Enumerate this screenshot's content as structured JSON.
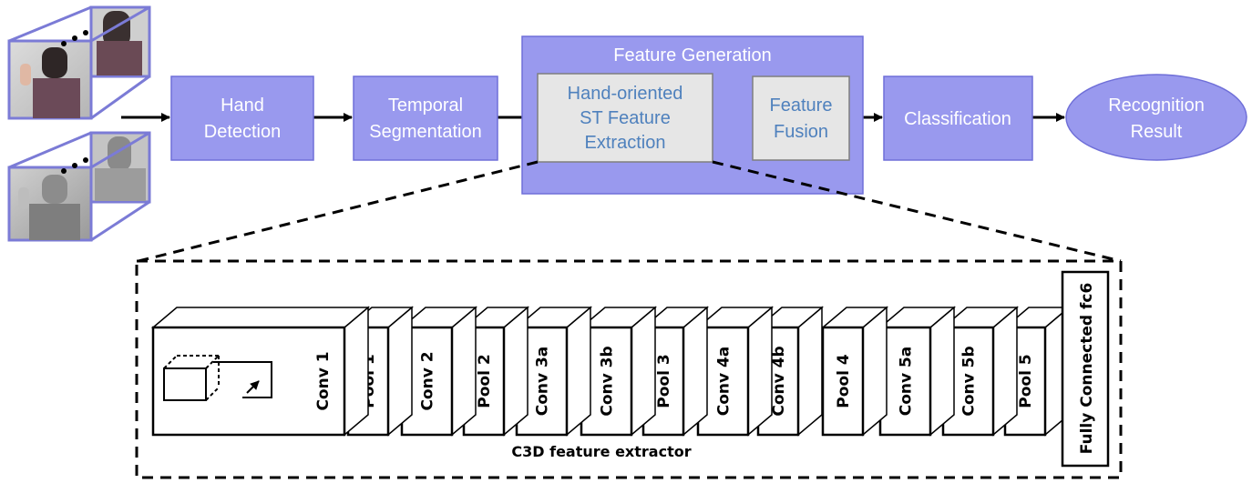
{
  "pipeline": {
    "hand_detection": [
      "Hand",
      "Detection"
    ],
    "temporal_segmentation": [
      "Temporal",
      "Segmentation"
    ],
    "feature_generation": "Feature Generation",
    "st_feature_extraction": [
      "Hand-oriented",
      "ST Feature",
      "Extraction"
    ],
    "feature_fusion": [
      "Feature",
      "Fusion"
    ],
    "classification": "Classification",
    "recognition_result": [
      "Recognition",
      "Result"
    ]
  },
  "c3d": {
    "layers": [
      "Conv 1",
      "Pool 1",
      "Conv 2",
      "Pool 2",
      "Conv 3a",
      "Conv 3b",
      "Pool 3",
      "Conv 4a",
      "Conv 4b",
      "Pool 4",
      "Conv 5a",
      "Conv 5b",
      "Pool 5"
    ],
    "fc_label": "Fully Connected fc6",
    "caption": "C3D feature extractor"
  },
  "colors": {
    "box_fill": "#9999ee",
    "box_stroke": "#6f6fd8",
    "inner_fill": "#e6e6e6",
    "inner_text": "#4f81bd"
  }
}
